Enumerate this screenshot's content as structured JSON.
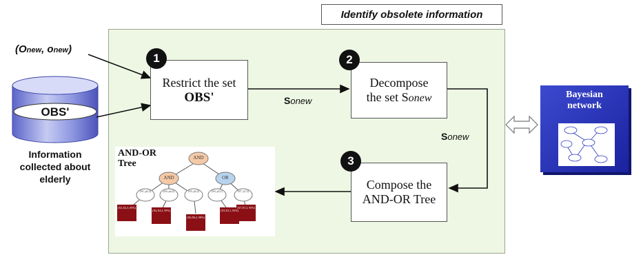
{
  "title": "Identify obsolete information",
  "input": {
    "open": "(",
    "o1": "O",
    "s1": "new",
    "sep": ", ",
    "o2": "o",
    "s2": "new",
    "close": ")"
  },
  "database": {
    "label": "OBS'",
    "caption": "Information collected about elderly"
  },
  "steps": [
    {
      "number": "1",
      "line1": "Restrict the set",
      "line2": "OBS'"
    },
    {
      "number": "2",
      "line1": "Decompose",
      "line2": "the set S",
      "sub": "onew"
    },
    {
      "number": "3",
      "line1": "Compose the",
      "line2": "AND-OR Tree"
    }
  ],
  "arrow_labels": {
    "s": "S",
    "sub": "onew"
  },
  "tree": {
    "label": "AND-OR Tree",
    "root": "AND",
    "mid": [
      "AND",
      "OR"
    ],
    "leaves": [
      "(S1, p2,3)",
      "(S4, p4,2)",
      "(S5, p5,2)",
      "(S3, p3,1)",
      "(S7, p7,2)"
    ],
    "probs": [
      "(X1,X2,3, 85%)",
      "(X4,X4,2, 95%)",
      "(X6,X6,2, 98%)",
      "(X3,X3,1, 82%)",
      "(X7,X7,2, 95%)"
    ]
  },
  "bayesian": {
    "title": "Bayesian network"
  },
  "colors": {
    "panel": "#eef7e3",
    "and_node": "#f5c9a6",
    "or_node": "#b7d3ee",
    "prob_box": "#8b1016",
    "bayes": "#2a35c0"
  }
}
